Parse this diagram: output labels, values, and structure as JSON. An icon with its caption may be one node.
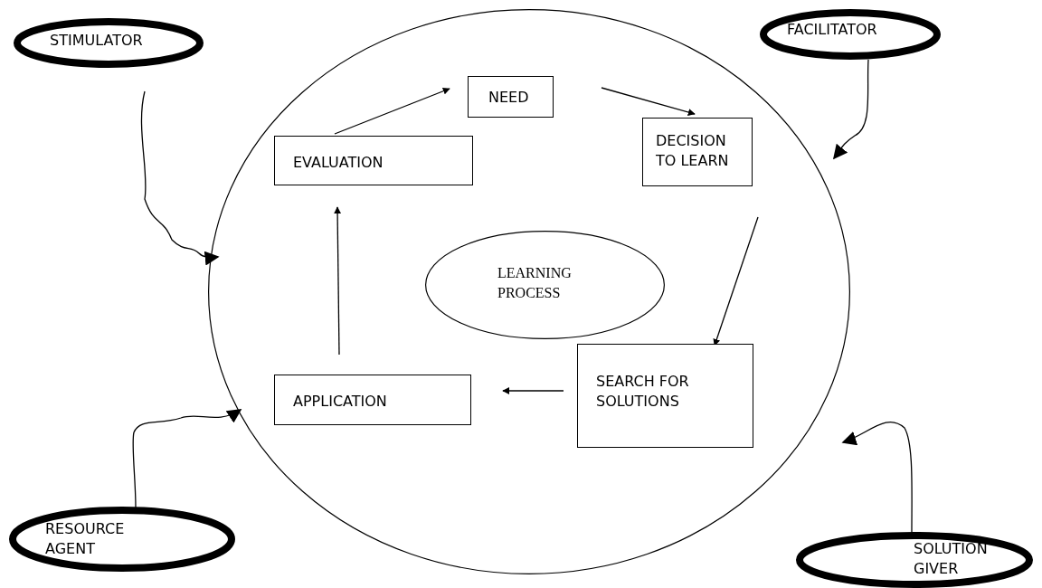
{
  "diagram": {
    "nodes": [
      {
        "text": [],
        "shape": "circle"
      },
      {
        "text": [
          "STIMULATOR"
        ]
      },
      {
        "text": [
          "FACILITATOR"
        ]
      },
      {
        "text": [
          "NEED"
        ],
        "in": 0
      },
      {
        "text": [
          "EVALUATION"
        ],
        "in": 0
      },
      {
        "text": [
          "DECISION TO LEARN"
        ],
        "in": 0
      },
      {
        "text": [
          "LEARNING PROCESS"
        ],
        "in": 0
      },
      {
        "text": [
          "APPLICATION"
        ],
        "in": 0
      },
      {
        "text": [
          "SEARCH FOR SOLUTIONS"
        ],
        "in": 0
      },
      {
        "text": [
          "RESOURCE AGENT"
        ]
      },
      {
        "text": [
          "SOLUTION GIVER"
        ]
      }
    ],
    "edges": [
      {
        "from": 4,
        "to": 3,
        "arrow": "to"
      },
      {
        "from": 3,
        "to": 5,
        "arrow": "to"
      },
      {
        "from": 5,
        "to": 8,
        "arrow": "to"
      },
      {
        "from": 8,
        "to": 7,
        "arrow": "to"
      },
      {
        "from": 7,
        "to": 4,
        "arrow": "to"
      },
      {
        "from": 1,
        "to": 0,
        "arrow": "to"
      },
      {
        "from": 2,
        "to": 0,
        "arrow": "to"
      },
      {
        "from": 9,
        "to": 0,
        "arrow": "to"
      },
      {
        "from": 10,
        "to": 0,
        "arrow": "to"
      }
    ]
  }
}
